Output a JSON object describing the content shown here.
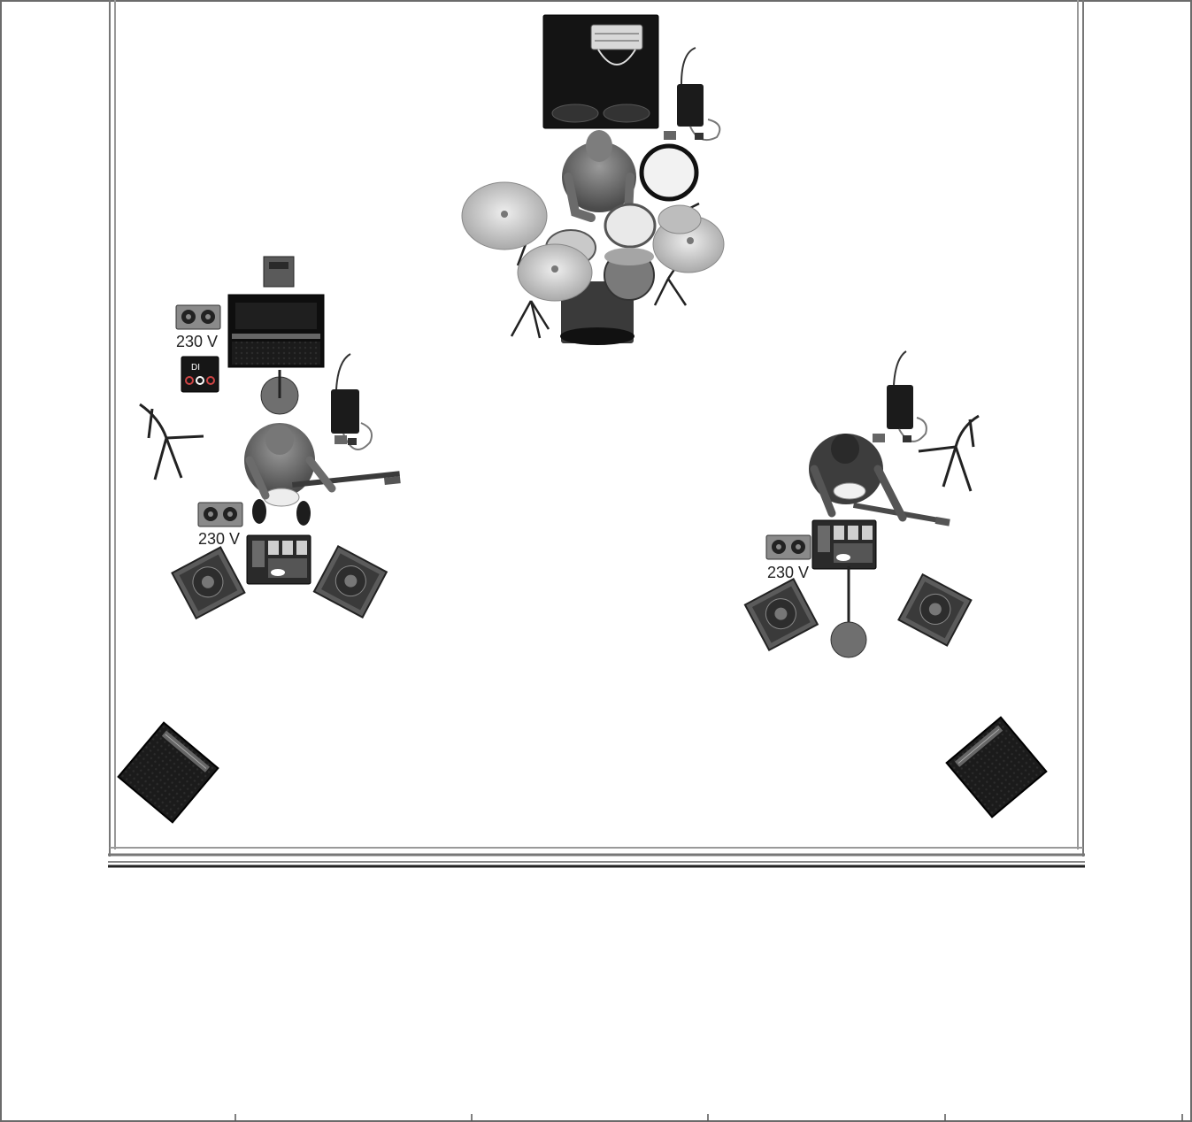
{
  "power_labels": {
    "left_upper": "230 V",
    "left_lower": "230 V",
    "right": "230 V"
  },
  "icons": [
    "drummer-figure",
    "drum-kit",
    "guitarist-figure",
    "bass-amp",
    "guitar-amp",
    "wireless-receiver",
    "di-box",
    "mic-stand",
    "guitar-stand",
    "pedalboard",
    "monitor-wedge",
    "main-pa-speaker",
    "power-strip"
  ],
  "colors": {
    "equipment_dark": "#1a1a1a",
    "figure_grey": "#6d6d6d",
    "cymbal": "#c4c4c4",
    "stage_line": "#555555"
  }
}
